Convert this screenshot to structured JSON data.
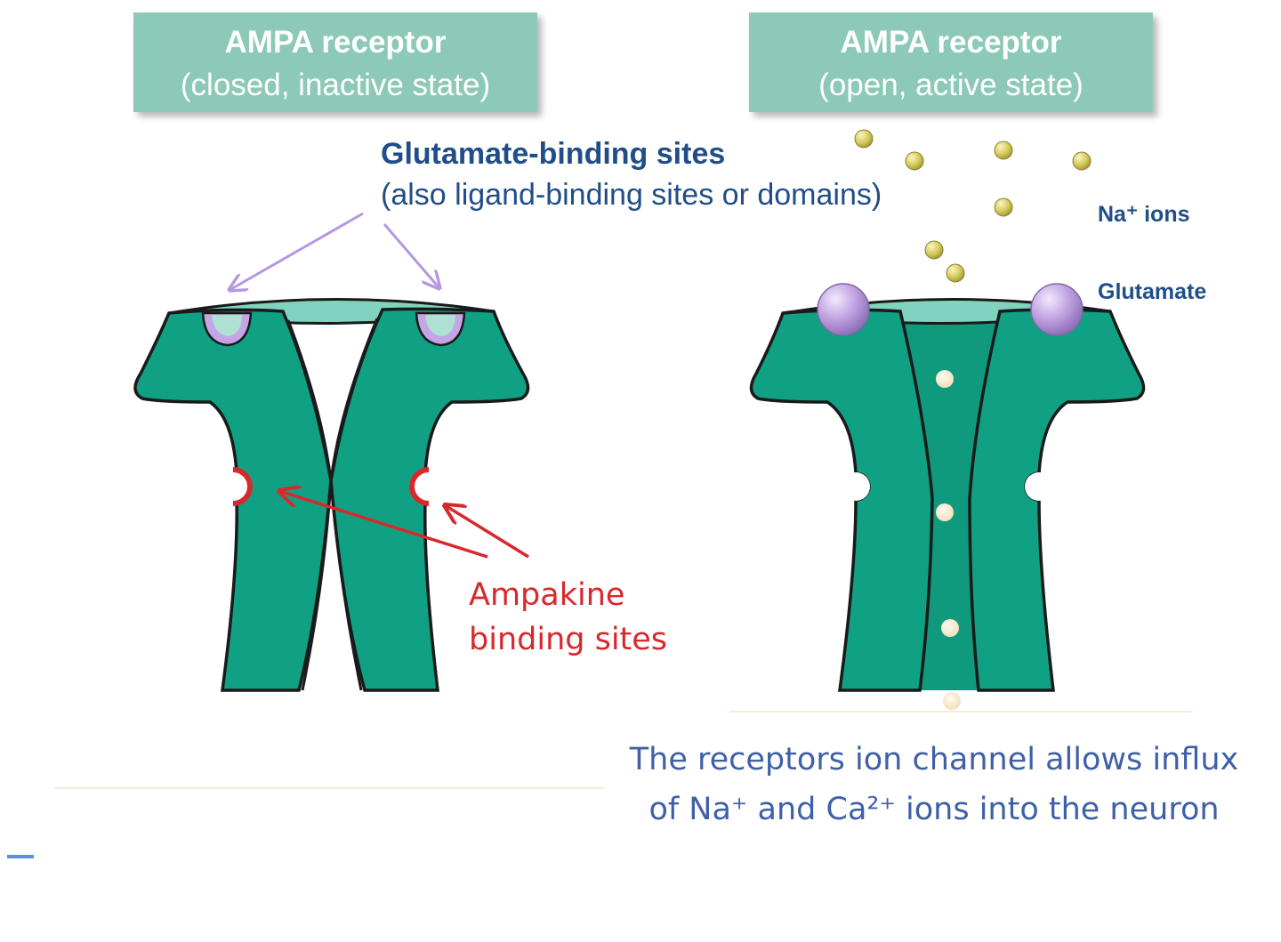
{
  "left_panel": {
    "title": "AMPA receptor",
    "subtitle": "(closed, inactive state)"
  },
  "right_panel": {
    "title": "AMPA receptor",
    "subtitle": "(open, active state)"
  },
  "glutamate_sites_label": {
    "title": "Glutamate-binding sites",
    "subtitle": "(also ligand-binding sites or domains)"
  },
  "na_ions_label": "Na⁺ ions",
  "glutamate_label": "Glutamate",
  "ampakine_label": {
    "line1": "Ampakine",
    "line2": "binding sites"
  },
  "caption": {
    "line1": "The receptors ion channel allows influx",
    "line2": "of Na⁺ and Ca²⁺ ions into the neuron"
  },
  "colors": {
    "receptor": "#10a184",
    "title_box": "#8cc9b6",
    "glutamate_site": "#c4a6e6",
    "ampakine": "#d8282c",
    "na_ion": "#d3c858",
    "label_blue": "#1f4e88",
    "caption_blue": "#3f60a8"
  }
}
